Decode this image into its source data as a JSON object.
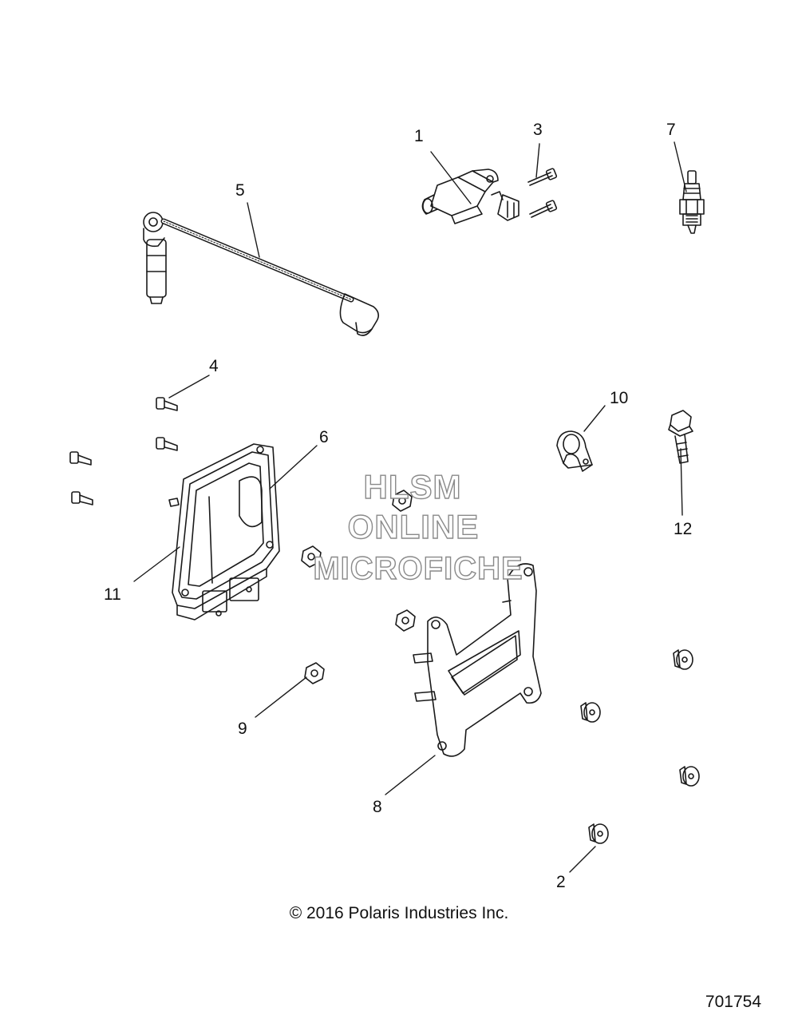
{
  "callouts": [
    {
      "id": "1",
      "label": "1"
    },
    {
      "id": "2",
      "label": "2"
    },
    {
      "id": "3",
      "label": "3"
    },
    {
      "id": "4",
      "label": "4"
    },
    {
      "id": "5",
      "label": "5"
    },
    {
      "id": "6",
      "label": "6"
    },
    {
      "id": "7",
      "label": "7"
    },
    {
      "id": "8",
      "label": "8"
    },
    {
      "id": "9",
      "label": "9"
    },
    {
      "id": "10",
      "label": "10"
    },
    {
      "id": "11",
      "label": "11"
    },
    {
      "id": "12",
      "label": "12"
    }
  ],
  "watermark": {
    "line1": "HLSM",
    "line2": "ONLINE",
    "line3": "MICROFICHE"
  },
  "copyright": "© 2016 Polaris Industries Inc.",
  "document_number": "701754"
}
